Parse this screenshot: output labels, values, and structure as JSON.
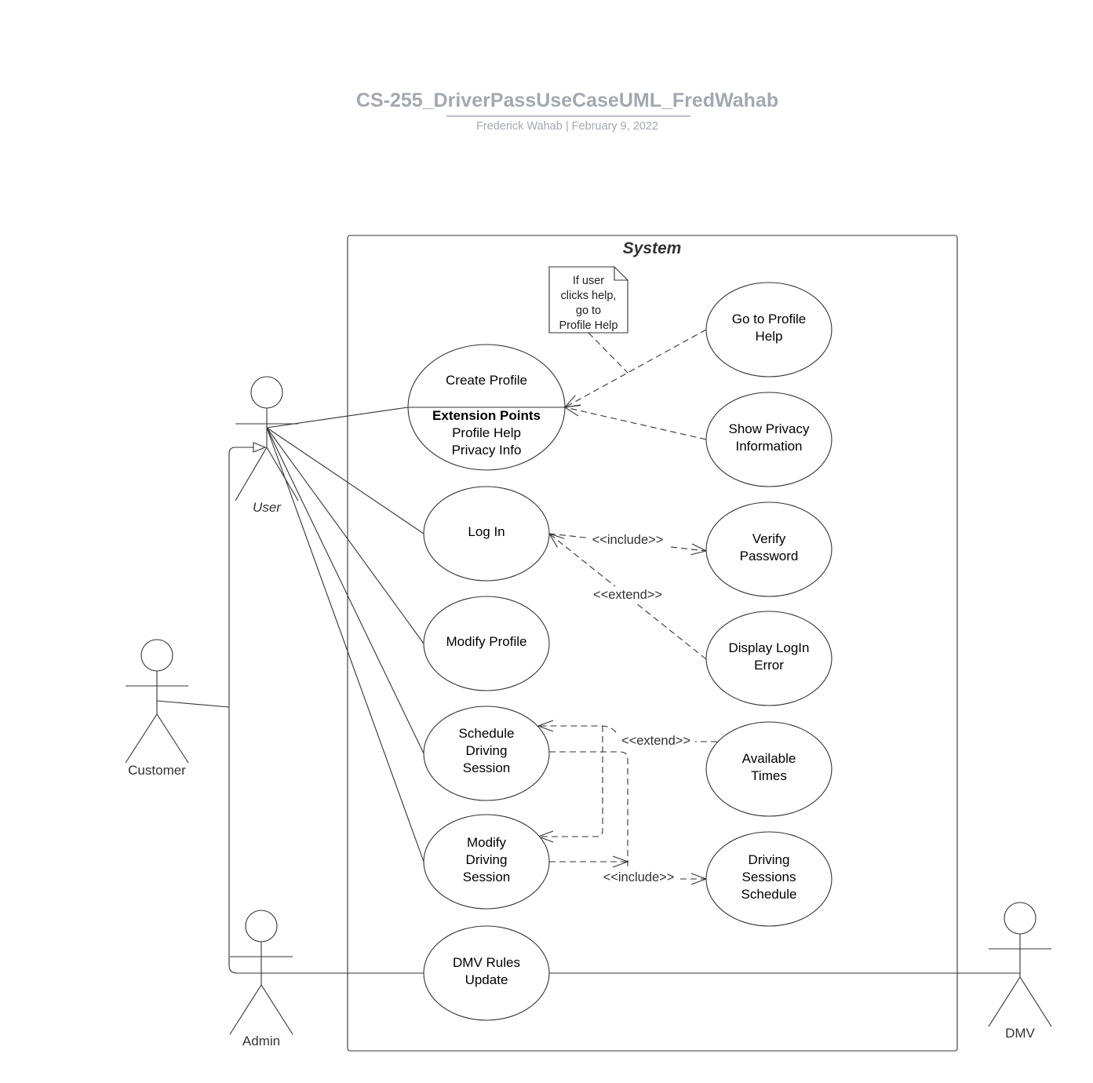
{
  "header": {
    "title": "CS-255_DriverPassUseCaseUML_FredWahab",
    "subtitle": "Frederick Wahab  |  February 9, 2022"
  },
  "system": {
    "label": "System"
  },
  "note": {
    "lines": [
      "If user",
      "clicks help,",
      "go to",
      "Profile Help"
    ]
  },
  "actors": {
    "user": "User",
    "customer": "Customer",
    "admin": "Admin",
    "dmv": "DMV"
  },
  "use_cases": {
    "create_profile": "Create Profile",
    "extension_points_heading": "Extension Points",
    "extension_points": [
      "Profile Help",
      "Privacy Info"
    ],
    "log_in": "Log In",
    "modify_profile": "Modify Profile",
    "schedule_session": [
      "Schedule",
      "Driving",
      "Session"
    ],
    "modify_session": [
      "Modify",
      "Driving",
      "Session"
    ],
    "dmv_rules": [
      "DMV Rules",
      "Update"
    ],
    "profile_help": [
      "Go to Profile",
      "Help"
    ],
    "privacy_info": [
      "Show Privacy",
      "Information"
    ],
    "verify_password": [
      "Verify",
      "Password"
    ],
    "login_error": [
      "Display LogIn",
      "Error"
    ],
    "available_times": [
      "Available",
      "Times"
    ],
    "sessions_schedule": [
      "Driving",
      "Sessions",
      "Schedule"
    ]
  },
  "relations": {
    "include_login": "<<include>>",
    "extend_login": "<<extend>>",
    "extend_schedule": "<<extend>>",
    "include_schedule": "<<include>>"
  }
}
